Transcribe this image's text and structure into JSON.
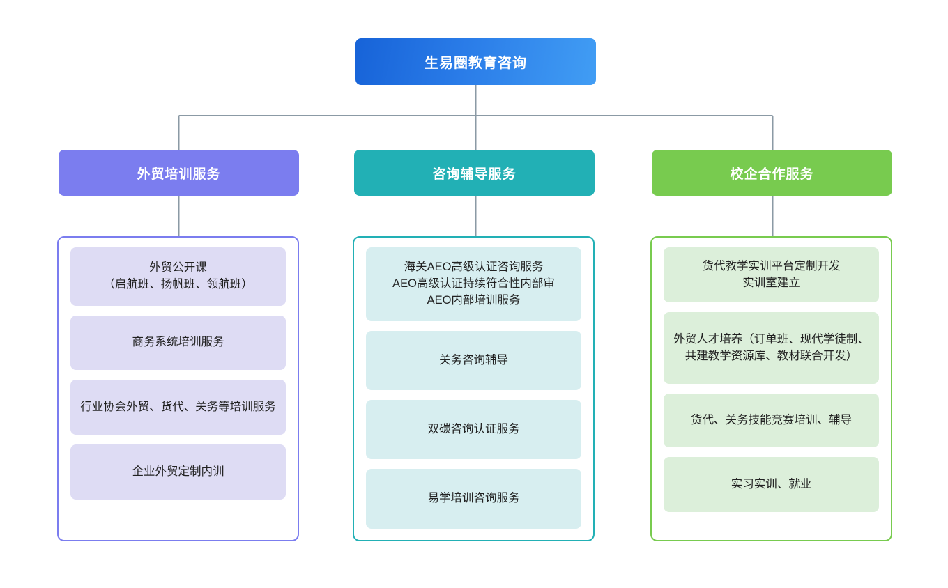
{
  "diagram": {
    "type": "organizational-tree",
    "root": {
      "label": "生易圈教育咨询",
      "color": "#2a7ce8"
    },
    "connector_color": "#8b9aa5",
    "branches": [
      {
        "id": "waimao-peixun",
        "header_label": "外贸培训服务",
        "header_color": "#7b7def",
        "border_color": "#7b7def",
        "item_color": "#dedcf4",
        "items": [
          "外贸公开课\n（启航班、扬帆班、领航班）",
          "商务系统培训服务",
          "行业协会外贸、货代、关务等培训服务",
          "企业外贸定制内训"
        ]
      },
      {
        "id": "zixun-fudao",
        "header_label": "咨询辅导服务",
        "header_color": "#22b0b5",
        "border_color": "#22b0b5",
        "item_color": "#d7eef0",
        "items": [
          "海关AEO高级认证咨询服务\nAEO高级认证持续符合性内部审\nAEO内部培训服务",
          "关务咨询辅导",
          "双碳咨询认证服务",
          "易学培训咨询服务"
        ]
      },
      {
        "id": "xiaoqi-hezuo",
        "header_label": "校企合作服务",
        "header_color": "#78cb4f",
        "border_color": "#78cb4f",
        "item_color": "#dcefda",
        "items": [
          "货代教学实训平台定制开发\n实训室建立",
          "外贸人才培养（订单班、现代学徒制、共建教学资源库、教材联合开发）",
          "货代、关务技能竞赛培训、辅导",
          "实习实训、就业"
        ]
      }
    ]
  }
}
